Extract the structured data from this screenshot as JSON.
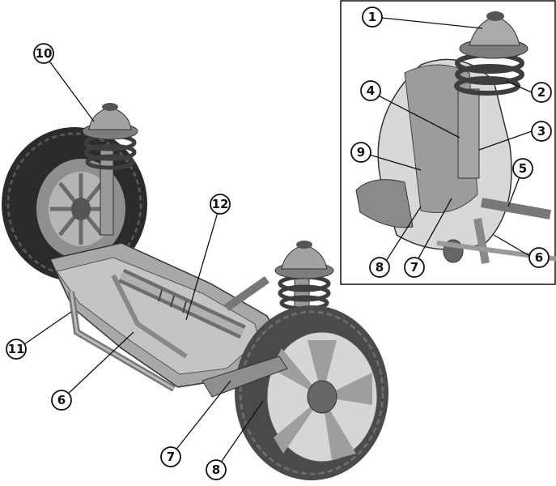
{
  "callouts": {
    "main": [
      {
        "id": "m10",
        "label": "10"
      },
      {
        "id": "m12",
        "label": "12"
      },
      {
        "id": "m11",
        "label": "11"
      },
      {
        "id": "m6",
        "label": "6"
      },
      {
        "id": "m7",
        "label": "7"
      },
      {
        "id": "m8",
        "label": "8"
      }
    ],
    "inset": [
      {
        "id": "i1",
        "label": "1"
      },
      {
        "id": "i2",
        "label": "2"
      },
      {
        "id": "i3",
        "label": "3"
      },
      {
        "id": "i4",
        "label": "4"
      },
      {
        "id": "i5",
        "label": "5"
      },
      {
        "id": "i6",
        "label": "6"
      },
      {
        "id": "i7",
        "label": "7"
      },
      {
        "id": "i8",
        "label": "8"
      },
      {
        "id": "i9",
        "label": "9"
      }
    ]
  },
  "colors": {
    "ink": "#1a1a1a",
    "metal": "#8c8c8c",
    "metal_light": "#c9c9c9",
    "tire": "#3a3a3a",
    "tire_dark": "#222222",
    "spring": "#555555"
  }
}
